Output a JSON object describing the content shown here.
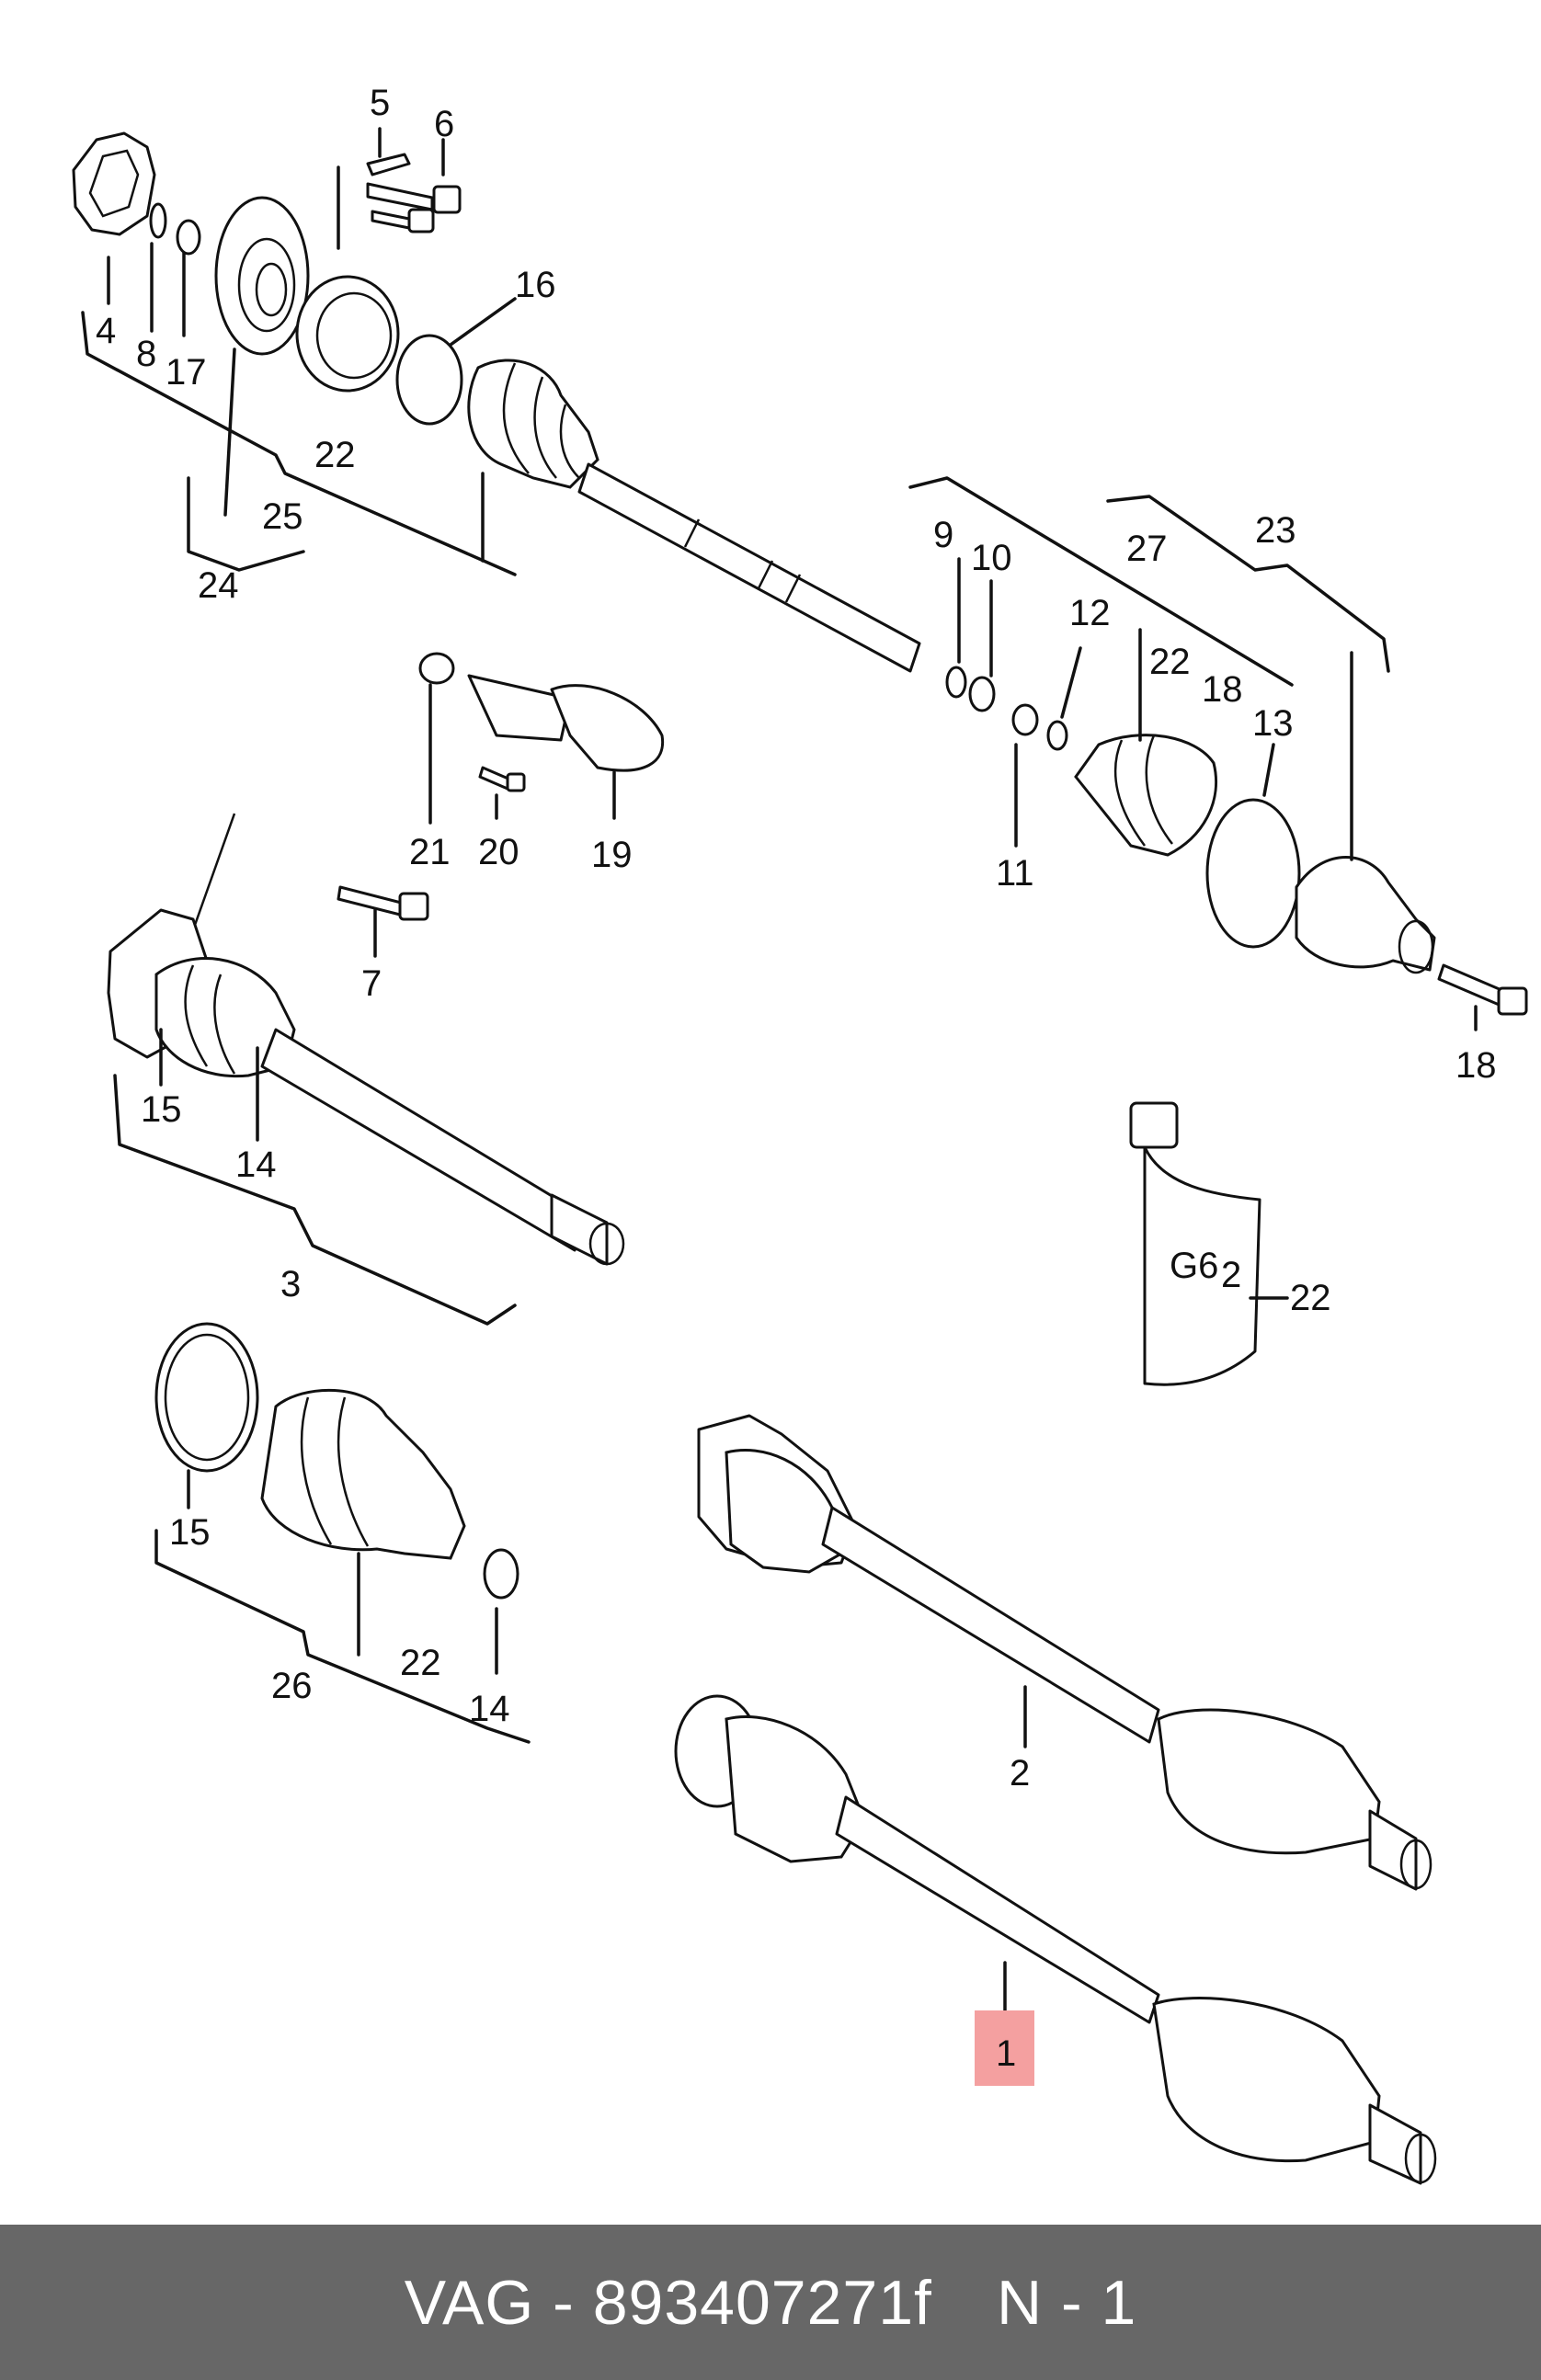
{
  "diagram": {
    "highlighted_part": "1",
    "tube_label": "G6",
    "tube_label_sub": "2",
    "callouts": [
      "5",
      "6",
      "4",
      "8",
      "17",
      "16",
      "22",
      "25",
      "24",
      "9",
      "10",
      "27",
      "23",
      "12",
      "22",
      "18",
      "13",
      "11",
      "21",
      "20",
      "19",
      "7",
      "15",
      "14",
      "3",
      "18",
      "22",
      "15",
      "22",
      "14",
      "26",
      "2",
      "1"
    ]
  },
  "footer": {
    "brand": "VAG",
    "separator": " - ",
    "part_number": "893407271f",
    "note": "N - 1"
  }
}
